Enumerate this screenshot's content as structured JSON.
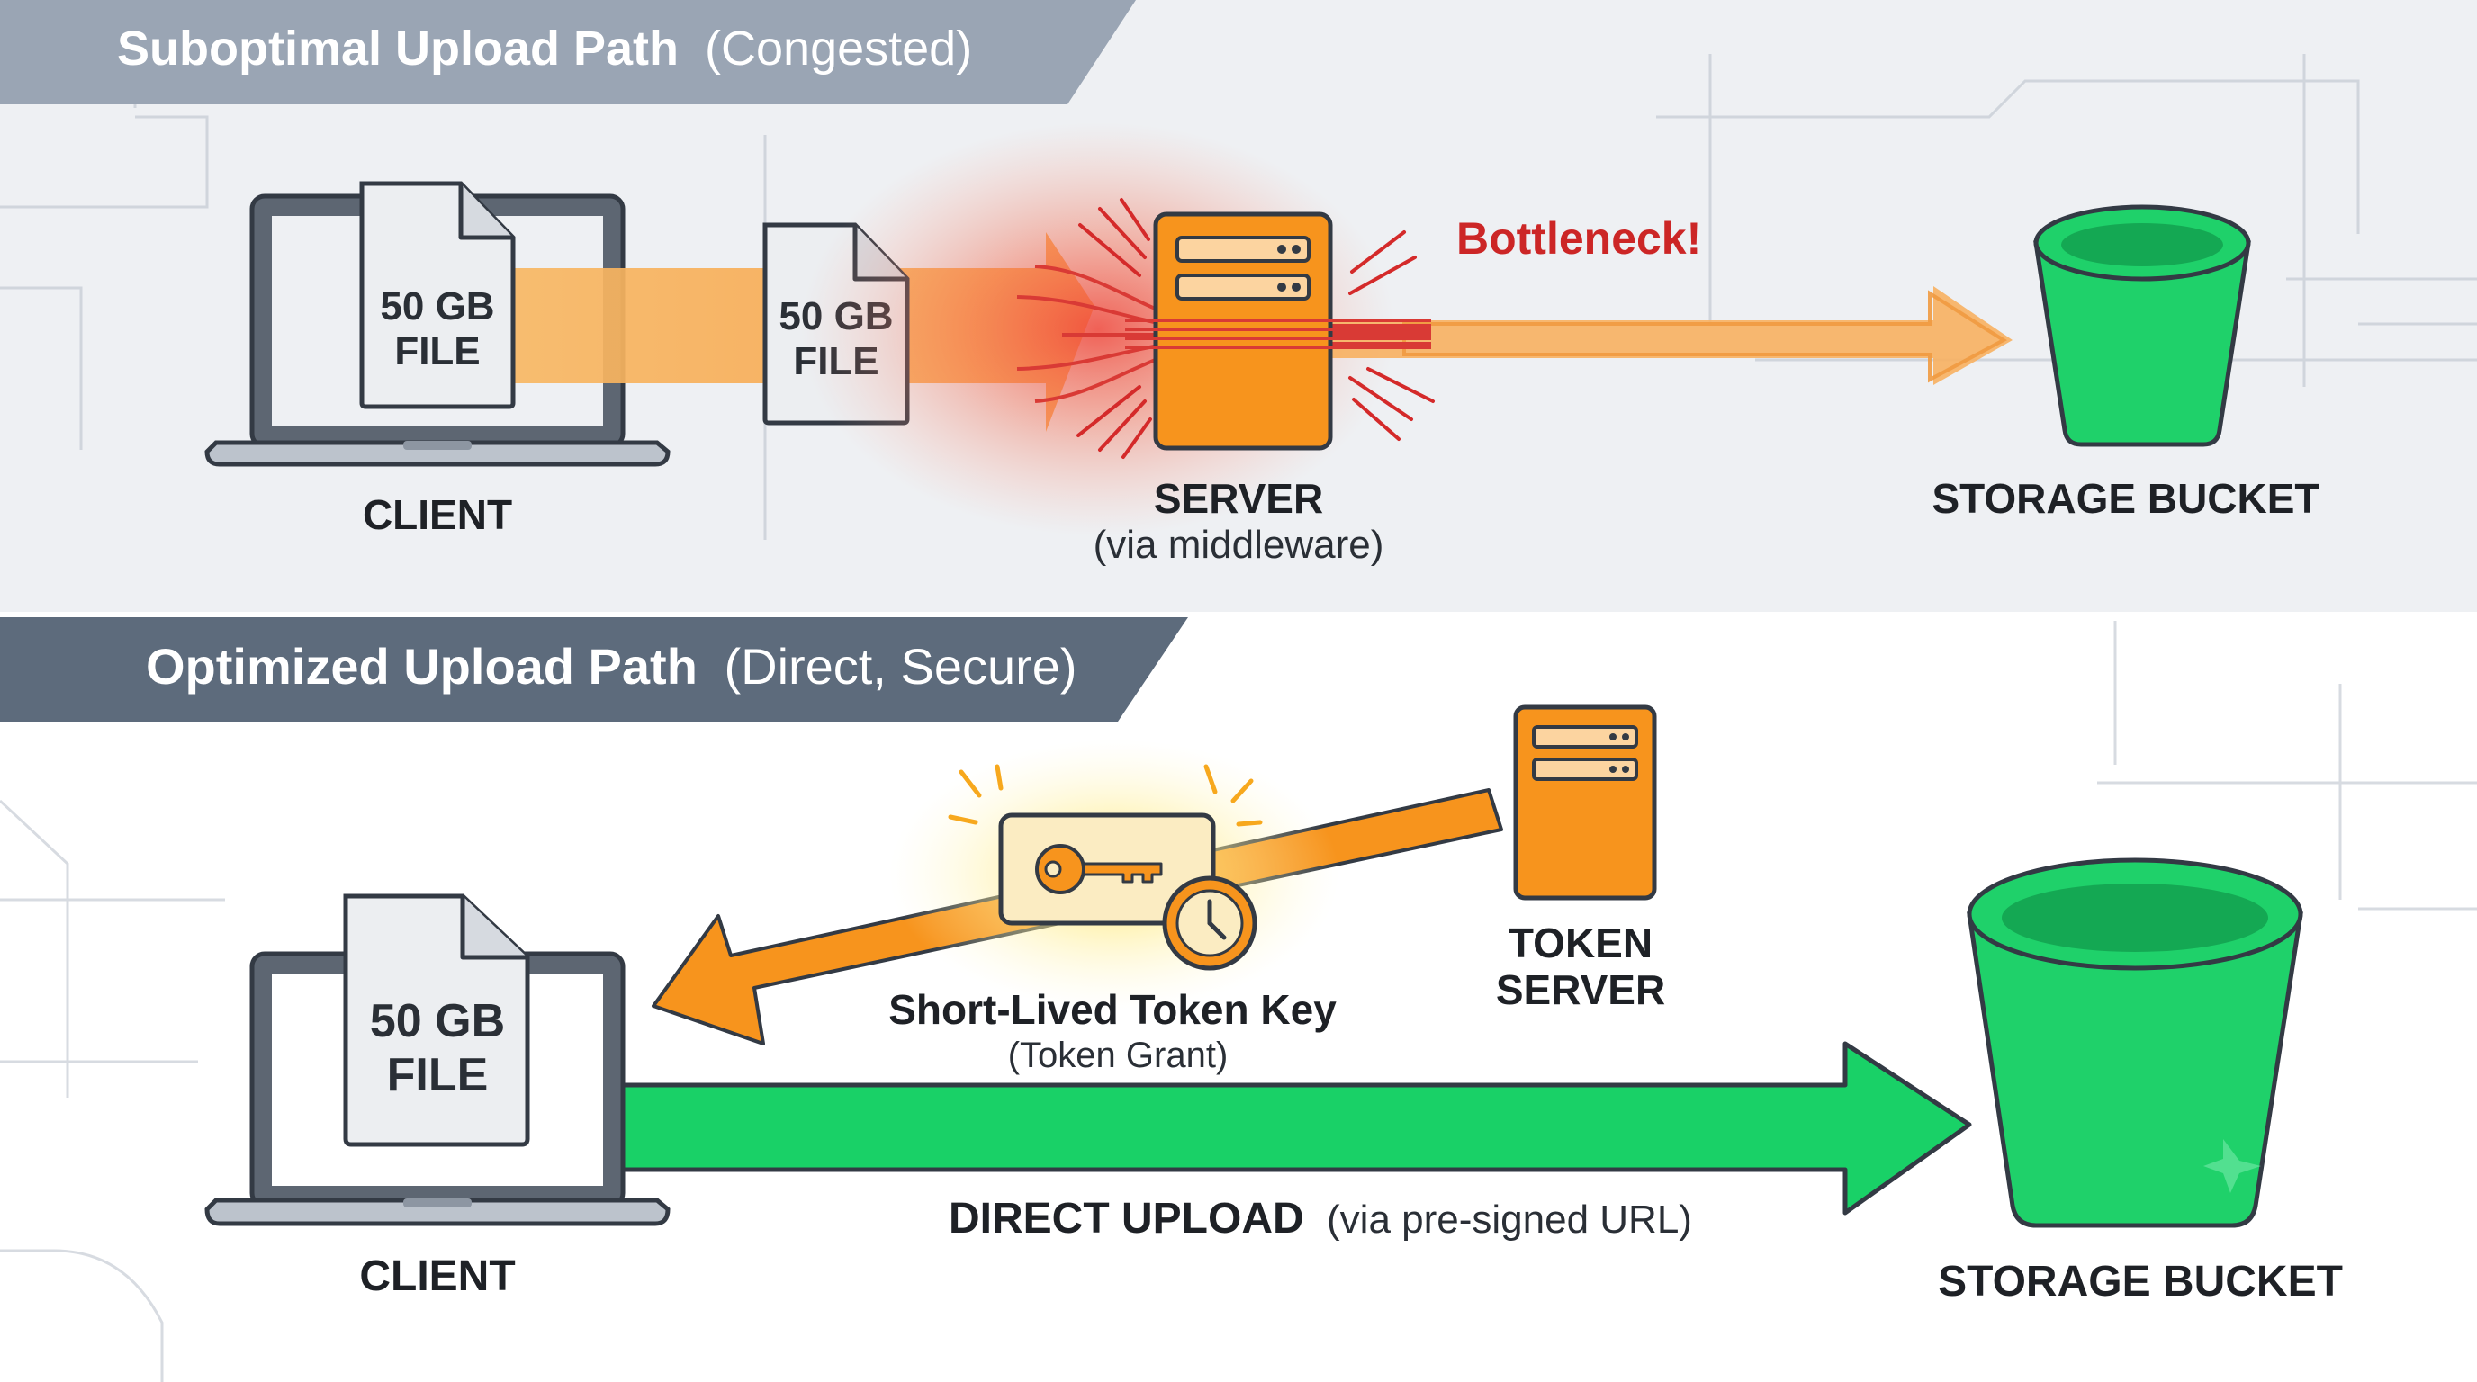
{
  "colors": {
    "top_background": "#eef0f3",
    "top_banner": "#9aa5b4",
    "bottom_banner": "#5d6b7c",
    "outline": "#333a44",
    "server_orange": "#f7941d",
    "flow_orange": "#f8b260",
    "bottleneck_red": "#d42a2a",
    "bucket_green": "#1fd16a",
    "arrow_green": "#19d167",
    "text_dark": "#1e2126"
  },
  "top_section": {
    "title": "Suboptimal Upload Path",
    "title_note": "(Congested)",
    "client_label": "CLIENT",
    "file_on_laptop": {
      "line1": "50 GB",
      "line2": "FILE"
    },
    "file_in_transit": {
      "line1": "50 GB",
      "line2": "FILE"
    },
    "server_label": "SERVER",
    "server_sublabel": "(via middleware)",
    "bottleneck_label": "Bottleneck!",
    "bucket_label": "STORAGE BUCKET",
    "icons": [
      "laptop-icon",
      "document-icon",
      "server-icon",
      "bucket-icon",
      "burst-lines-icon"
    ]
  },
  "bottom_section": {
    "title": "Optimized Upload Path",
    "title_note": "(Direct, Secure)",
    "client_label": "CLIENT",
    "file_on_laptop": {
      "line1": "50 GB",
      "line2": "FILE"
    },
    "token_server_label_line1": "TOKEN",
    "token_server_label_line2": "SERVER",
    "token_label": "Short-Lived Token Key",
    "token_sublabel": "(Token Grant)",
    "upload_label": "DIRECT UPLOAD",
    "upload_note": "(via pre-signed URL)",
    "bucket_label": "STORAGE BUCKET",
    "icons": [
      "laptop-icon",
      "document-icon",
      "server-icon",
      "key-card-icon",
      "clock-icon",
      "bucket-icon"
    ]
  }
}
